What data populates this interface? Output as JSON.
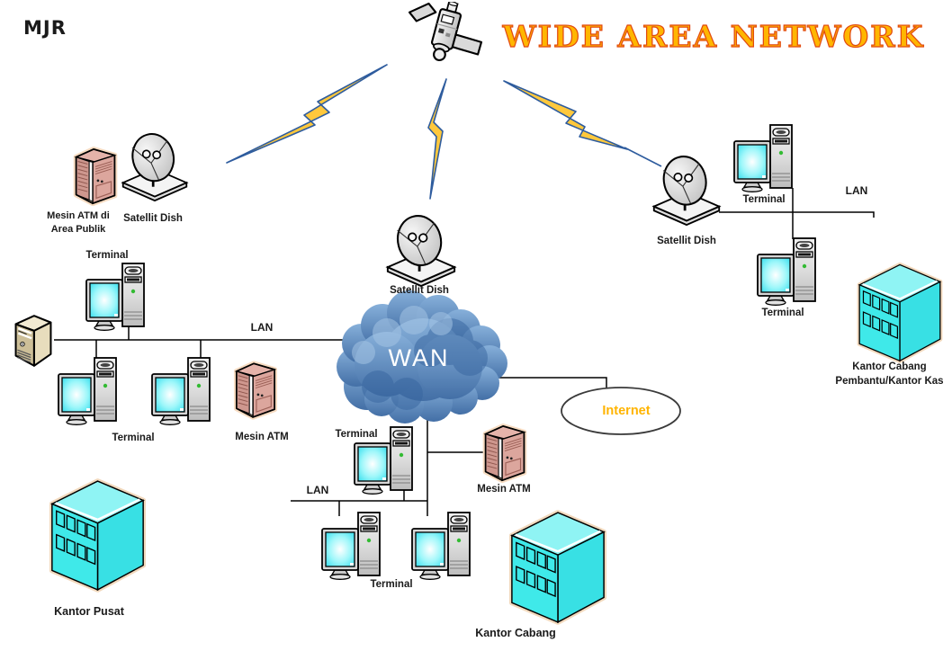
{
  "author": "MJR",
  "title": "WIDE AREA NETWORK",
  "wan_label": "WAN",
  "internet_label": "Internet",
  "labels": {
    "lan": "LAN",
    "terminal": "Terminal",
    "satellite_dish": "Satellit Dish",
    "atm": "Mesin ATM",
    "atm_public_line1": "Mesin ATM di",
    "atm_public_line2": "Area Publik",
    "head_office": "Kantor Pusat",
    "branch_office": "Kantor Cabang",
    "sub_branch_line1": "Kantor Cabang",
    "sub_branch_line2": "Pembantu/Kantor Kas"
  },
  "colors": {
    "title-gold": "#FFB600",
    "title-outline": "#E2490F",
    "internet-orange": "#FFB400",
    "label-text": "#1A1A1A",
    "building-cyan": "#3FE9E9",
    "building-top": "#8FF4F4",
    "building-side": "#38E0E4",
    "atm-pink": "#DCA69D",
    "atm-pink-dark": "#CE978E",
    "atm-pink-top": "#E5B3AA",
    "cloud-blue": "#4B7DB6",
    "bolt-yellow": "#FFC83C",
    "bolt-outline": "#2E5C9E",
    "line-black": "#000000"
  }
}
